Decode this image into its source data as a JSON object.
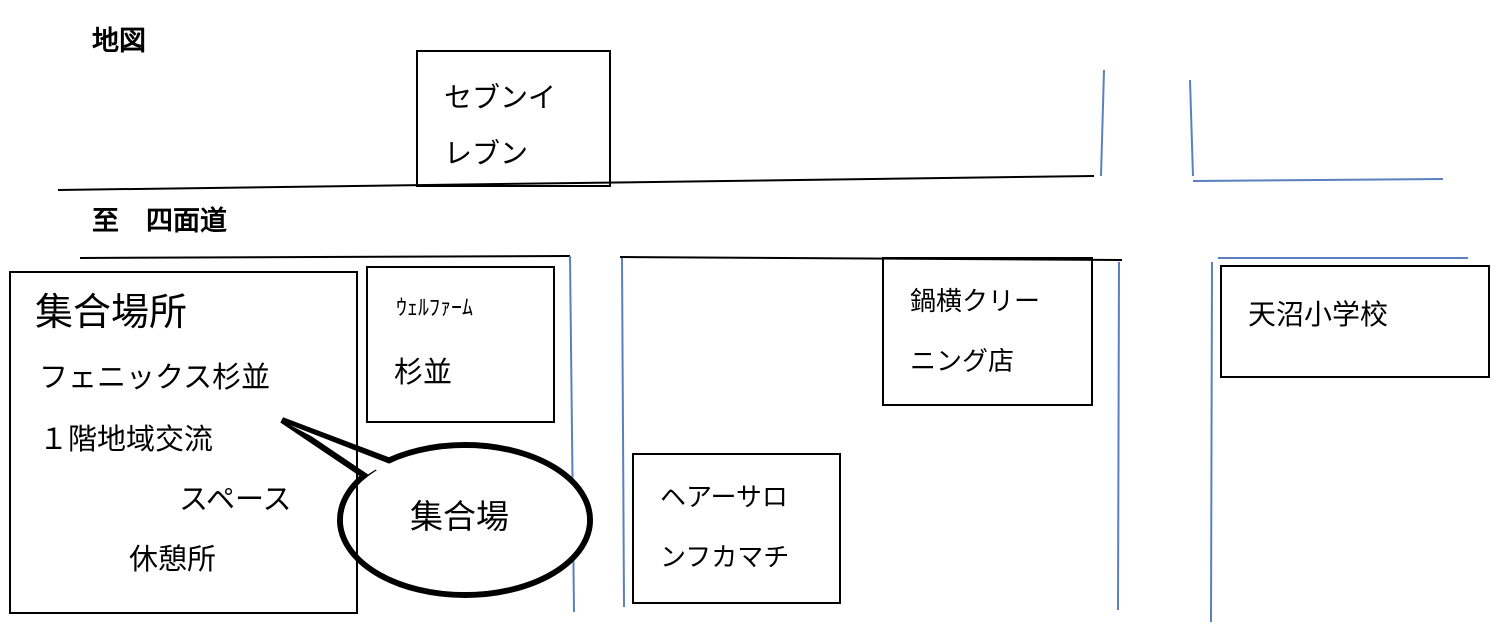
{
  "title": "地図",
  "road_label": "至　四面道",
  "assembly": {
    "heading": "集合場所",
    "line1": "フェニックス杉並",
    "line2": "１階地域交流",
    "line3": "スペース",
    "line4": "休憩所"
  },
  "callout": "集合場",
  "places": {
    "seven_eleven": [
      "セブンイ",
      "レブン"
    ],
    "welfarm": [
      "ｳｪﾙﾌｧｰﾑ",
      "杉並"
    ],
    "cleaning": [
      "鍋横クリー",
      "ニング店"
    ],
    "school": "天沼小学校",
    "hair_salon": [
      "ヘアーサロ",
      "ンフカマチ"
    ]
  },
  "colors": {
    "road_blue": "#5b7fc0",
    "ink": "#000000"
  }
}
